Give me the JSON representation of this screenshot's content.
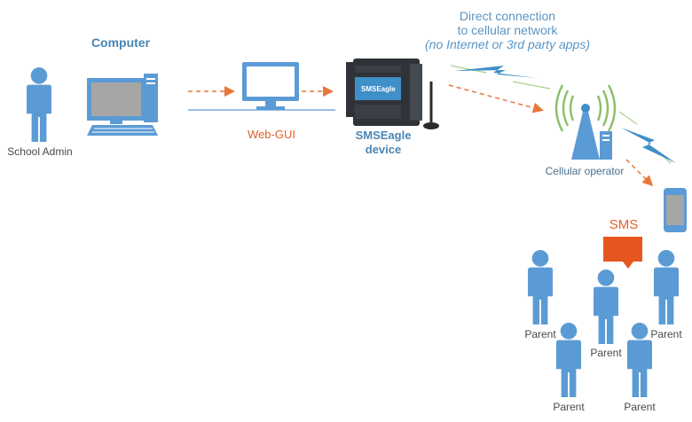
{
  "labels": {
    "computer": "Computer",
    "school_admin": "School Admin",
    "web_gui": "Web-GUI",
    "device_line1": "SMSEagle",
    "device_line2": "device",
    "device_brand": "SMSEagle",
    "direct_line1": "Direct connection",
    "direct_line2": "to cellular network",
    "direct_line3": "(no Internet or 3rd party apps)",
    "cellular_operator": "Cellular operator",
    "sms": "SMS",
    "parent": "Parent"
  },
  "colors": {
    "person": "#5b9bd5",
    "device_body": "#2f3338",
    "device_panel": "#3f8fc8",
    "arrow": "#e8763a",
    "sms_bubble": "#e8561f",
    "connector_green": "#a9cf8e",
    "signal_green": "#8cc06a",
    "lightning": "#3f8fc8"
  },
  "icons": [
    "person-icon",
    "desktop-computer-icon",
    "monitor-icon",
    "smseagle-device-icon",
    "cell-tower-icon",
    "mobile-phone-icon",
    "sms-bubble-icon",
    "lightning-icon"
  ]
}
